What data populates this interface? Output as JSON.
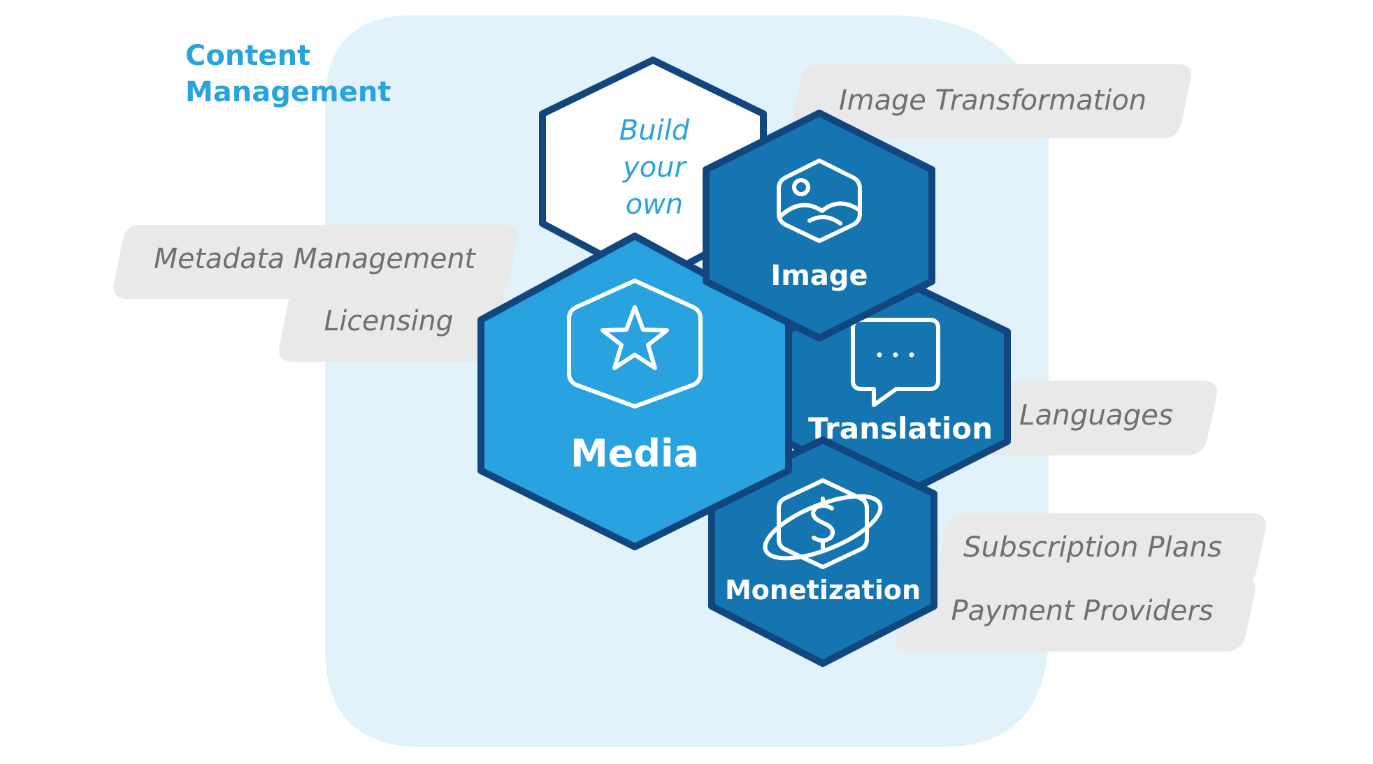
{
  "heading": {
    "line1": "Content",
    "line2": "Management"
  },
  "hexagons": {
    "build_your_own": {
      "line1": "Build",
      "line2": "your",
      "line3": "own"
    },
    "image": {
      "label": "Image",
      "icon": "image-icon"
    },
    "media": {
      "label": "Media",
      "icon": "star-icon"
    },
    "translation": {
      "label": "Translation",
      "icon": "chat-bubble-icon"
    },
    "monetization": {
      "label": "Monetization",
      "icon": "dollar-orbit-icon"
    }
  },
  "tags": {
    "image_transformation": "Image Transformation",
    "metadata_management": "Metadata Management",
    "licensing": "Licensing",
    "languages": "Languages",
    "subscription_plans": "Subscription Plans",
    "payment_providers": "Payment Providers"
  },
  "colors": {
    "accent_light": "#29a3e0",
    "accent_dark": "#1575b0",
    "outline": "#12467e",
    "background_panel": "#e2f2fa",
    "tag_fill": "#e9e9e9",
    "tag_text": "#6f6f6f"
  }
}
